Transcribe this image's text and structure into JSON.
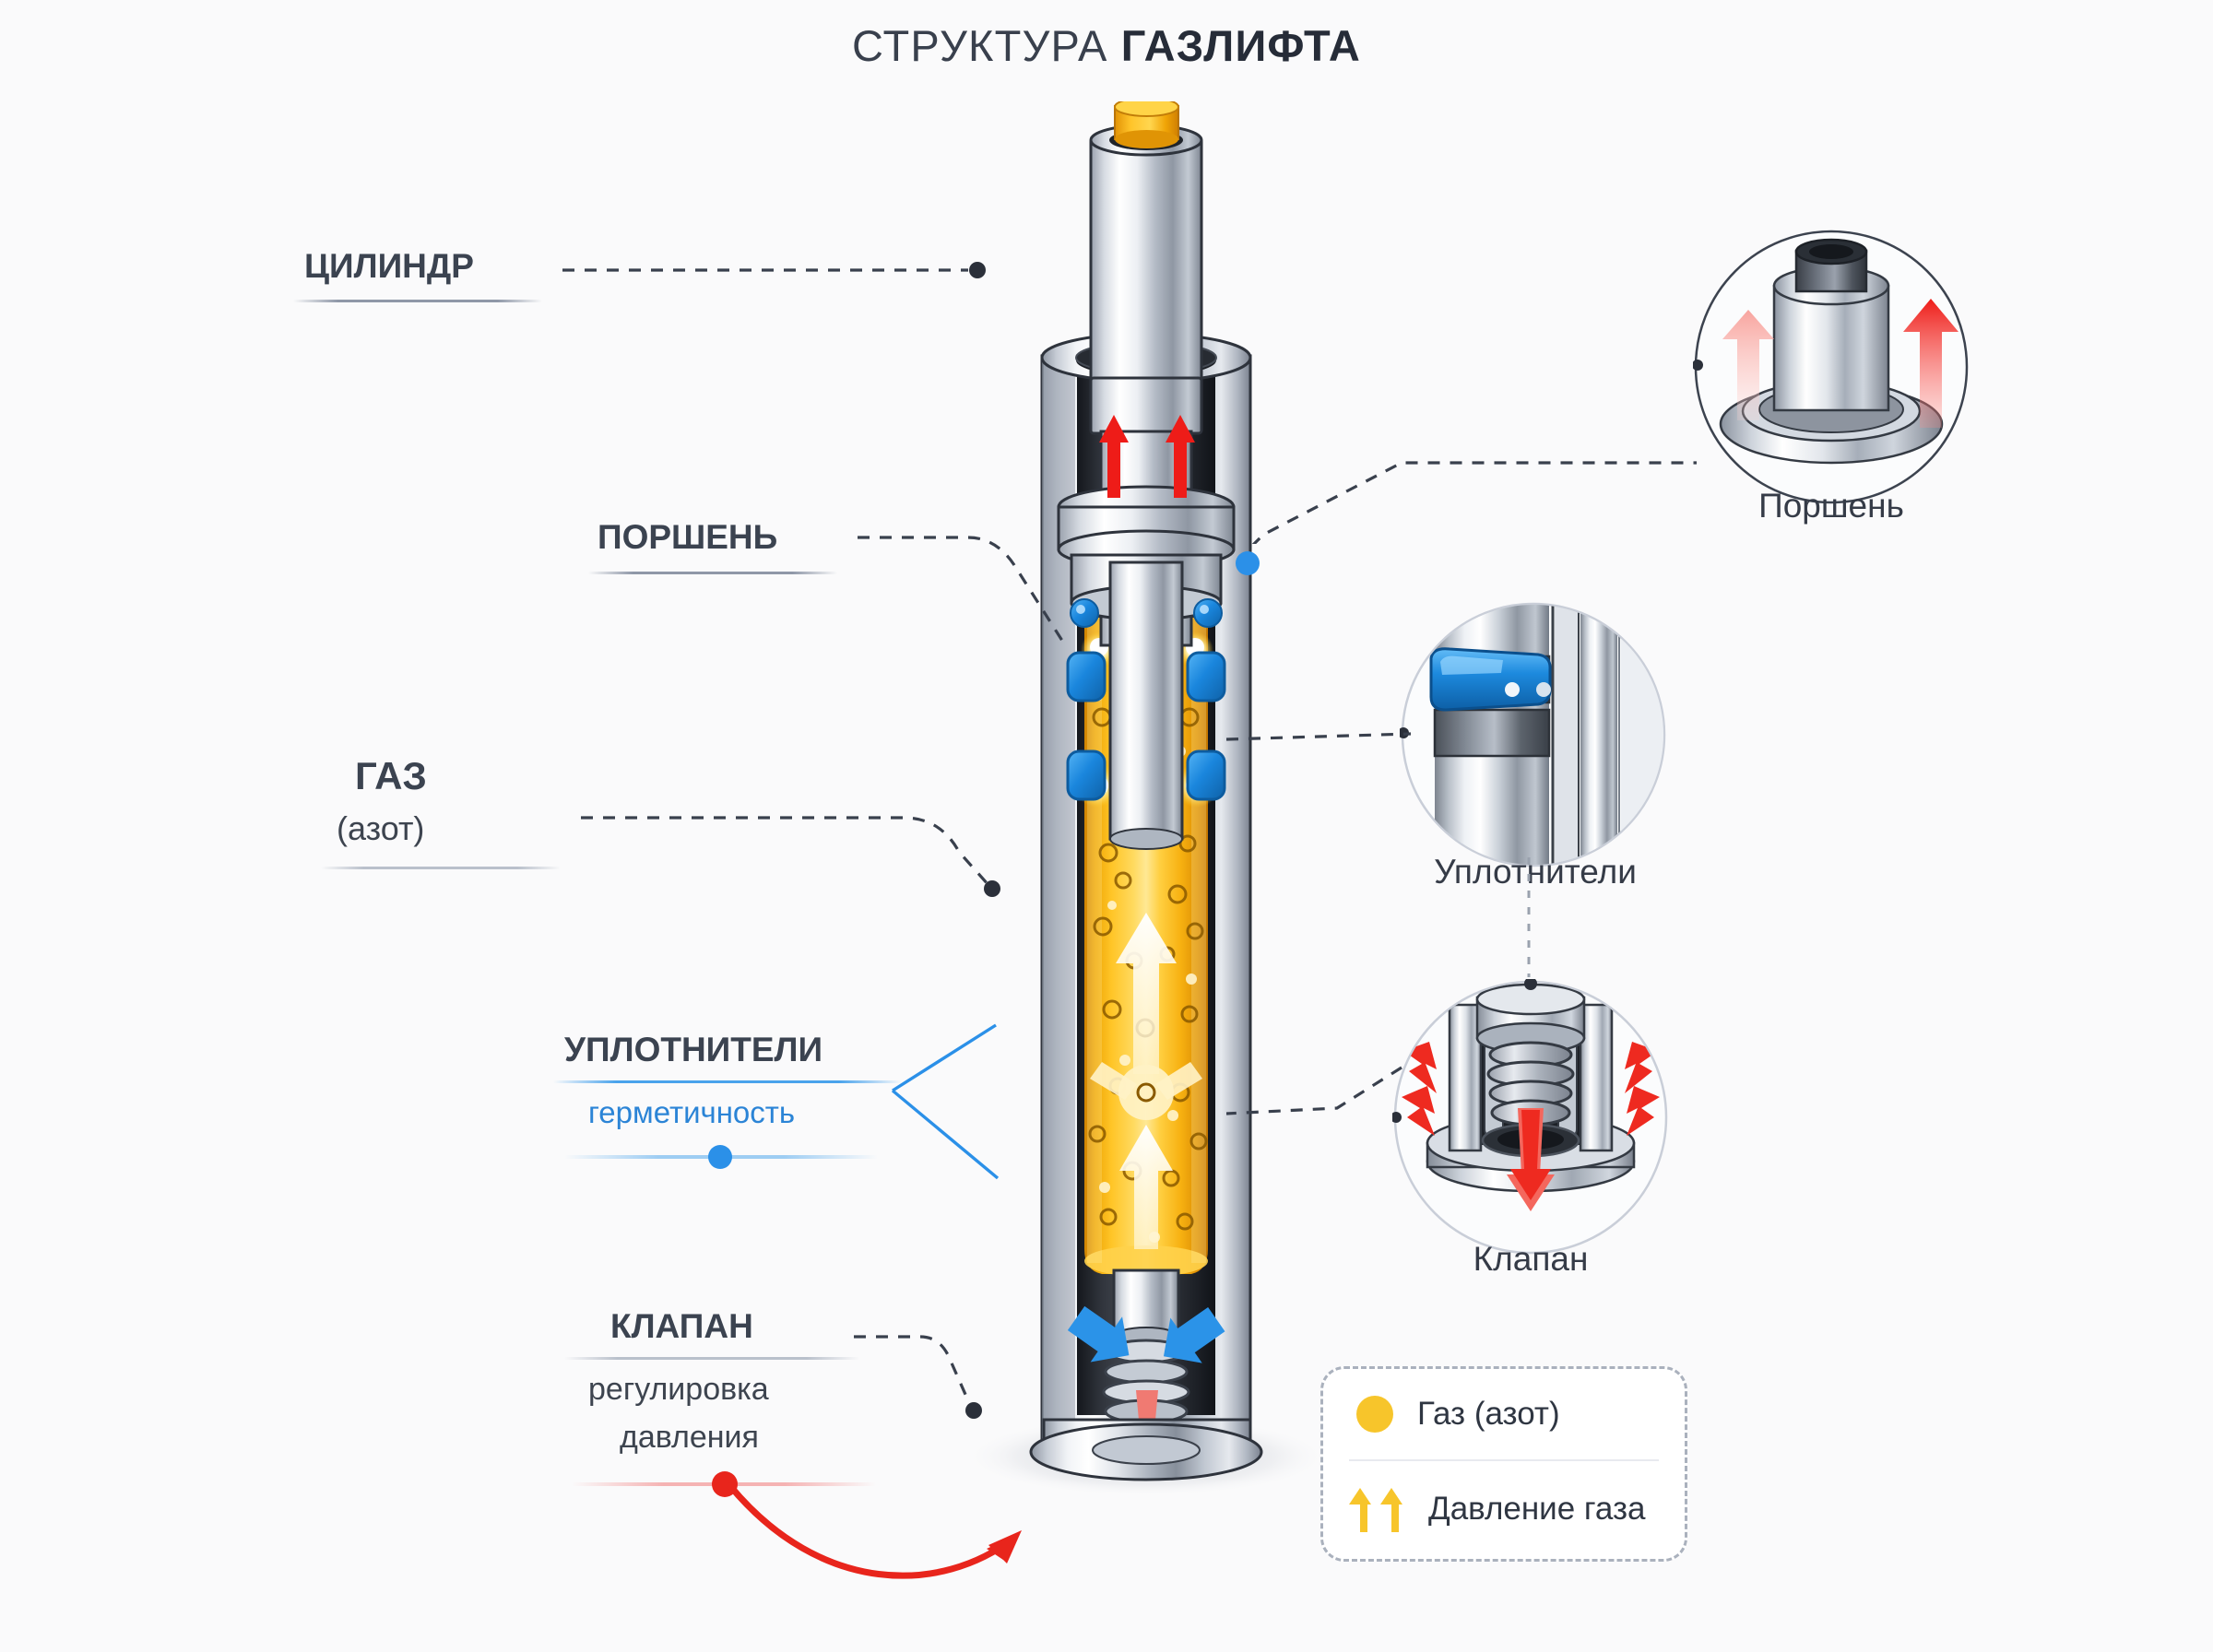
{
  "title": {
    "prefix": "СТРУКТУРА ",
    "bold": "ГАЗЛИФТА"
  },
  "labels": {
    "cylinder": {
      "title": "ЦИЛИНДР"
    },
    "piston": {
      "title": "ПОРШЕНЬ"
    },
    "gas": {
      "title": "ГАЗ",
      "sub": "(азот)"
    },
    "seals": {
      "title": "УПЛОТНИТЕЛИ",
      "sub": "герметичность"
    },
    "valve": {
      "title": "КЛАПАН",
      "sub_line1": "регулировка",
      "sub_line2": "давления"
    }
  },
  "callouts": [
    {
      "name": "piston",
      "caption": "Поршень"
    },
    {
      "name": "seals",
      "caption": "Уплотнители"
    },
    {
      "name": "valve",
      "caption": "Клапан"
    }
  ],
  "legend": {
    "items": [
      {
        "icon": "gas-dot-icon",
        "label": "Газ (азот)"
      },
      {
        "icon": "pressure-arrows-icon",
        "label": "Давление газа"
      }
    ]
  },
  "colors": {
    "background": "#fafafb",
    "ink": "#39404d",
    "accent_blue": "#2b90e8",
    "accent_red": "#e8251c",
    "gas_yellow": "#f7c52b",
    "steel_light": "#e9ecf1",
    "steel_dark": "#6e7681"
  },
  "icons": {
    "gas_dot": "gas-dot-icon",
    "pressure_arrows": "pressure-arrows-icon",
    "leader_dot": "leader-anchor-dot-icon",
    "red_curve_arrow": "red-curved-arrow-icon"
  }
}
